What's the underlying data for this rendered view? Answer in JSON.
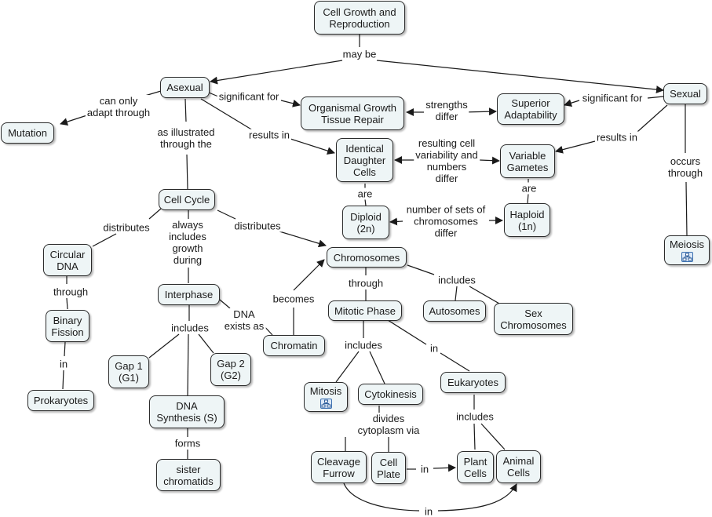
{
  "nodes": {
    "cell_growth": "Cell Growth and\nReproduction",
    "asexual": "Asexual",
    "sexual": "Sexual",
    "mutation": "Mutation",
    "organismal": "Organismal Growth\nTissue Repair",
    "superior": "Superior\nAdaptability",
    "identical": "Identical\nDaughter\nCells",
    "variable": "Variable\nGametes",
    "diploid": "Diploid\n(2n)",
    "haploid": "Haploid\n(1n)",
    "meiosis": "Meiosis",
    "cell_cycle": "Cell Cycle",
    "circular_dna": "Circular\nDNA",
    "binary_fission": "Binary\nFission",
    "prokaryotes": "Prokaryotes",
    "interphase": "Interphase",
    "chromosomes": "Chromosomes",
    "chromatin": "Chromatin",
    "mitotic_phase": "Mitotic Phase",
    "autosomes": "Autosomes",
    "sex_chromosomes": "Sex\nChromosomes",
    "gap1": "Gap 1\n(G1)",
    "gap2": "Gap 2\n(G2)",
    "dna_synthesis": "DNA\nSynthesis (S)",
    "sister_chromatids": "sister\nchromatids",
    "mitosis": "Mitosis",
    "cytokinesis": "Cytokinesis",
    "eukaryotes": "Eukaryotes",
    "cleavage_furrow": "Cleavage\nFurrow",
    "cell_plate": "Cell\nPlate",
    "plant_cells": "Plant\nCells",
    "animal_cells": "Animal\nCells"
  },
  "links": {
    "may_be": "may be",
    "can_only_adapt": "can only\nadapt through",
    "significant_for_1": "significant for",
    "significant_for_2": "significant for",
    "strengths_differ": "strengths\ndiffer",
    "results_in_1": "results in",
    "results_in_2": "results in",
    "resulting_variability": "resulting cell\nvariability and\nnumbers\ndiffer",
    "as_illustrated": "as illustrated\nthrough the",
    "are_1": "are",
    "are_2": "are",
    "number_of_sets": "number of sets of\nchromosomes\ndiffer",
    "occurs_through": "occurs\nthrough",
    "distributes_1": "distributes",
    "always_includes": "always\nincludes\ngrowth\nduring",
    "distributes_2": "distributes",
    "through_1": "through",
    "through_2": "through",
    "includes_chrom": "includes",
    "becomes": "becomes",
    "dna_exists_as": "DNA\nexists as",
    "includes_inter": "includes",
    "in_prok": "in",
    "includes_mitotic": "includes",
    "in_euk": "in",
    "divides_cytoplasm": "divides\ncytoplasm via",
    "includes_euk": "includes",
    "forms": "forms",
    "in_plate": "in",
    "in_furrow": "in"
  },
  "icons": {
    "meiosis": "concept-map-link-icon",
    "mitosis": "concept-map-link-icon"
  },
  "colors": {
    "node_fill": "#eef5f6",
    "node_border": "#2b2b2b",
    "link": "#1a1a1a"
  }
}
